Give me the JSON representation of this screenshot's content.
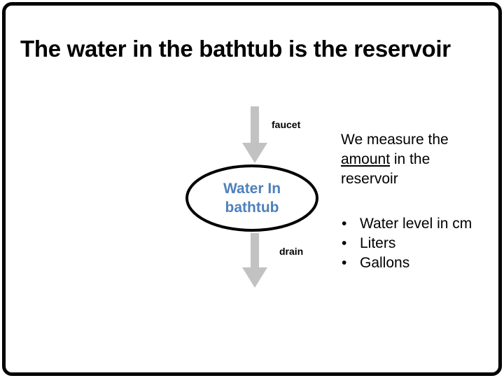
{
  "slide": {
    "title": "The water in the bathtub is the reservoir",
    "background_color": "#ffffff",
    "border_color": "#000000"
  },
  "diagram": {
    "faucet_label": "faucet",
    "drain_label": "drain",
    "arrow_color": "#C2C2C2",
    "node": {
      "line1": "Water In",
      "line2": "bathtub",
      "text_color": "#4E80BC",
      "outline_color": "#000000",
      "fill_color": "#ffffff"
    }
  },
  "notes": {
    "intro": {
      "line1": "We measure the",
      "line2_underlined": "amount",
      "line2_rest": " in the",
      "line3": "reservoir"
    },
    "bullets": [
      "Water level in cm",
      "Liters",
      "Gallons"
    ]
  }
}
